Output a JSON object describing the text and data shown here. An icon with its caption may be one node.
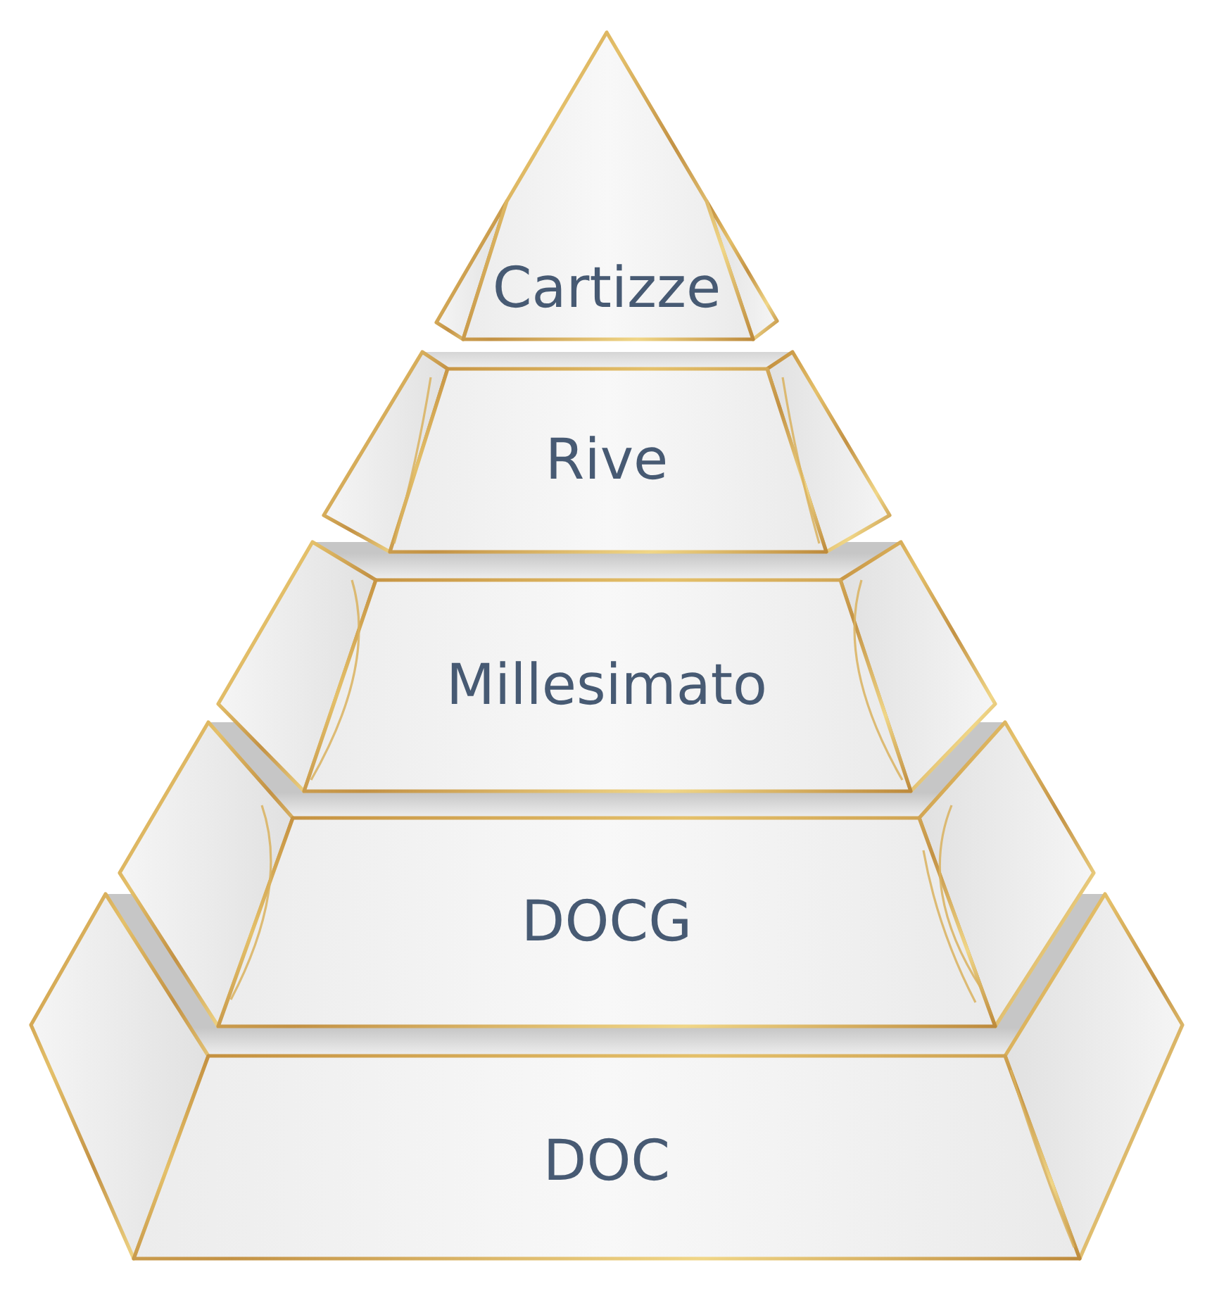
{
  "diagram": {
    "nodes": [
      {
        "text": [
          "Cartizze"
        ]
      },
      {
        "text": [
          "Rive"
        ]
      },
      {
        "text": [
          "Millesimato"
        ]
      },
      {
        "text": [
          "DOCG"
        ]
      },
      {
        "text": [
          "DOC"
        ]
      }
    ]
  }
}
